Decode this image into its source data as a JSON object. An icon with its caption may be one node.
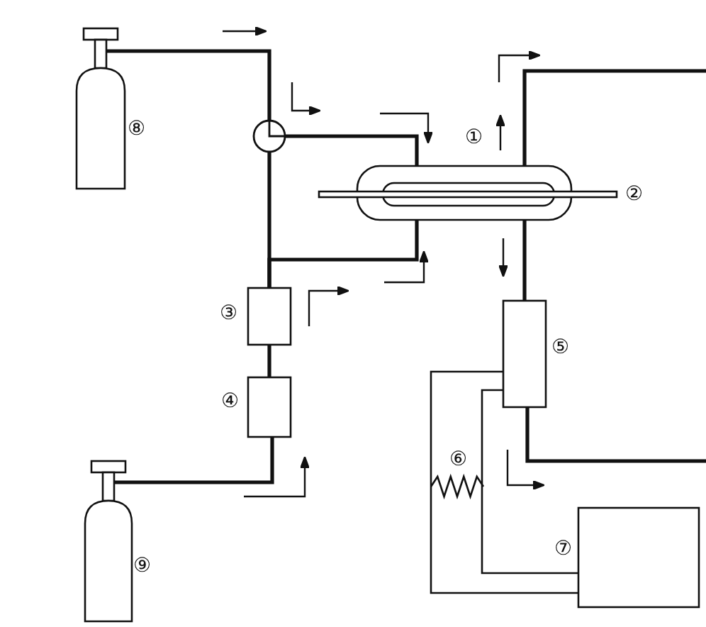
{
  "diagram": {
    "nodes": [
      {
        "text": [],
        "shape": "cylinder",
        "beside": [
          "⑧"
        ]
      },
      {
        "text": [],
        "shape": "circle"
      },
      {
        "text": [],
        "shape": "tube",
        "beside": [
          "①",
          "②"
        ]
      },
      {
        "text": [],
        "shape": "box",
        "beside": [
          "③"
        ]
      },
      {
        "text": [],
        "shape": "box",
        "beside": [
          "⑤"
        ]
      },
      {
        "text": [],
        "shape": "box",
        "beside": [
          "④"
        ]
      },
      {
        "text": [],
        "shape": "resistor",
        "beside": [
          "⑥"
        ]
      },
      {
        "text": [],
        "shape": "box",
        "beside": [
          "⑦"
        ]
      },
      {
        "text": [],
        "shape": "cylinder",
        "beside": [
          "⑨"
        ]
      }
    ],
    "edges": [
      {
        "from": 0,
        "to": 1,
        "arrow": "none"
      },
      {
        "from": 1,
        "to": 2,
        "arrow": "none"
      },
      {
        "from": 1,
        "to": 3,
        "arrow": "none"
      },
      {
        "from": 3,
        "to": 2,
        "arrow": "none"
      },
      {
        "from": 5,
        "to": 3,
        "arrow": "none"
      },
      {
        "from": 8,
        "to": 5,
        "arrow": "none"
      },
      {
        "from": 2,
        "to": 4,
        "arrow": "none"
      },
      {
        "from": 2,
        "to": null,
        "arrow": "none"
      },
      {
        "from": 4,
        "to": null,
        "arrow": "none"
      },
      {
        "from": 4,
        "to": 7,
        "arrow": "none"
      },
      {
        "from": 4,
        "to": 7,
        "arrow": "none"
      }
    ]
  }
}
